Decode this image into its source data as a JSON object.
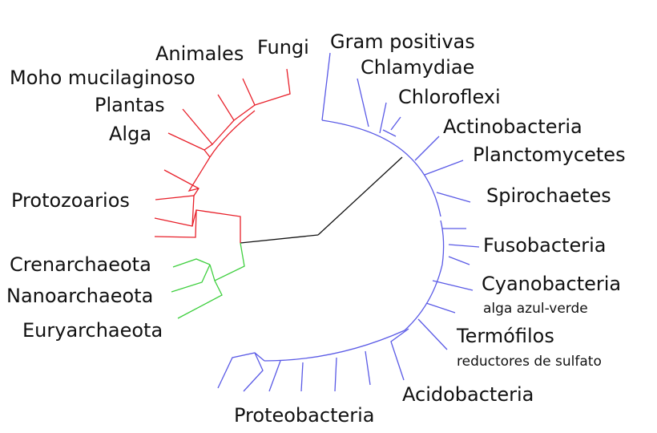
{
  "labels": {
    "fungi": "Fungi",
    "animales": "Animales",
    "moho": "Moho mucilaginoso",
    "plantas": "Plantas",
    "alga": "Alga",
    "protozoarios": "Protozoarios",
    "crenarchaeota": "Crenarchaeota",
    "nanoarchaeota": "Nanoarchaeota",
    "euryarchaeota": "Euryarchaeota",
    "gram": "Gram positivas",
    "chlamydiae": "Chlamydiae",
    "chloroflexi": "Chloroflexi",
    "actinobacteria": "Actinobacteria",
    "planctomycetes": "Planctomycetes",
    "spirochaetes": "Spirochaetes",
    "fusobacteria": "Fusobacteria",
    "cyanobacteria": "Cyanobacteria",
    "cyano_sub": "alga azul-verde",
    "termofilos": "Termófilos",
    "termo_sub": "reductores de sulfato",
    "acidobacteria": "Acidobacteria",
    "proteobacteria": "Proteobacteria"
  },
  "colors": {
    "eukaryota": "#e8202a",
    "archaea": "#3ecf3e",
    "bacteria": "#5a5ae6",
    "root": "#111111"
  }
}
